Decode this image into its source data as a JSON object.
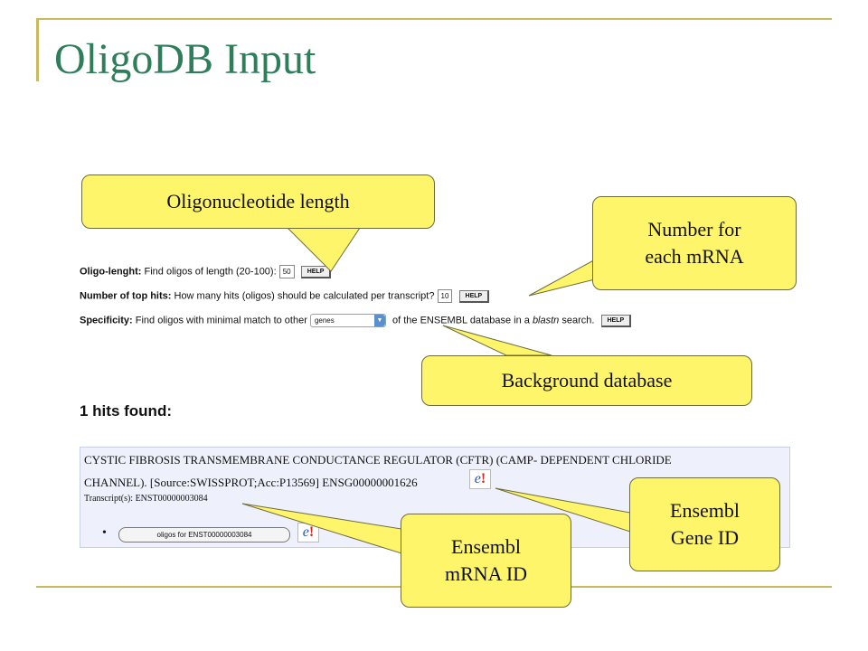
{
  "slide": {
    "title": "OligoDB Input"
  },
  "form": {
    "oligo_length_label": "Oligo-lenght:",
    "oligo_length_text": "Find oligos of length (20-100):",
    "oligo_length_value": "50",
    "top_hits_label": "Number of top hits:",
    "top_hits_text": "How many hits (oligos) should be calculated per transcript?",
    "top_hits_value": "10",
    "specificity_label": "Specificity:",
    "specificity_text": "Find oligos with minimal match to other",
    "specificity_selected": "genes",
    "specificity_text_after": "of the ENSEMBL database in a",
    "specificity_italic": "blastn",
    "specificity_text_end": "search.",
    "help_label": "HELP"
  },
  "results": {
    "hits_found": "1 hits found:",
    "line1": "CYSTIC FIBROSIS TRANSMEMBRANE CONDUCTANCE REGULATOR (CFTR) (CAMP- DEPENDENT CHLORIDE",
    "line2": "CHANNEL). [Source:SWISSPROT;Acc:P13569] ENSG00000001626",
    "line3": "Transcript(s): ENST00000003084",
    "oligo_button": "oligos for ENST00000003084",
    "bullet": "•"
  },
  "callouts": {
    "oligo_length": "Oligonucleotide length",
    "number_each_line1": "Number for",
    "number_each_line2": "each mRNA",
    "background_db": "Background database",
    "gene_id_line1": "Ensembl",
    "gene_id_line2": "Gene ID",
    "mrna_id_line1": "Ensembl",
    "mrna_id_line2": "mRNA ID"
  },
  "colors": {
    "title": "#2e7d5b",
    "callout_fill": "#fff56a",
    "rule": "#c8b860",
    "result_bg": "#eef1fb"
  },
  "icons": {
    "ensembl": "ensembl-e-logo-icon",
    "select_arrow": "dropdown-arrow-icon"
  }
}
